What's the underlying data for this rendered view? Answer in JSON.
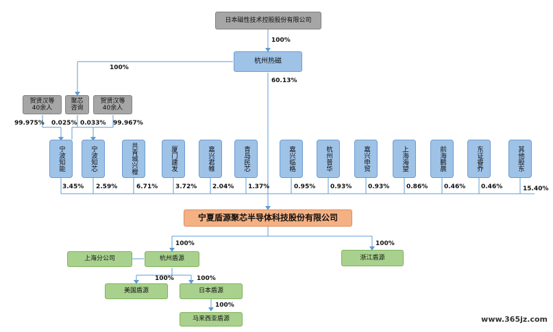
{
  "top": {
    "parent": "日本磁性技术控股股份有限公司",
    "parent_pct": "100%"
  },
  "hangzhou": {
    "name": "杭州热磁",
    "pct_left": "100%",
    "pct_down": "60.13%"
  },
  "left_group": {
    "he1": "贺贤汉等40余人",
    "juxin": "聚芯咨询",
    "he2": "贺贤汉等40余人",
    "pct_he1": "99.975%",
    "pct_juxin1": "0.025%",
    "pct_juxin2": "0.033%",
    "pct_he2": "99.967%"
  },
  "shareholders": [
    {
      "name": "宁波知能",
      "pct": "3.45%"
    },
    {
      "name": "宁波知芯",
      "pct": "2.59%"
    },
    {
      "name": "共青城兴橙",
      "pct": "6.71%"
    },
    {
      "name": "厦门建发",
      "pct": "3.72%"
    },
    {
      "name": "嘉兴君帷",
      "pct": "2.04%"
    },
    {
      "name": "青岛民芯",
      "pct": "1.37%"
    },
    {
      "name": "嘉兴临格",
      "pct": "0.95%"
    },
    {
      "name": "杭州普华",
      "pct": "0.93%"
    },
    {
      "name": "嘉兴申贸",
      "pct": "0.93%"
    },
    {
      "name": "上海海望",
      "pct": "0.86%"
    },
    {
      "name": "前海鹏晨",
      "pct": "0.46%"
    },
    {
      "name": "东证睿乔",
      "pct": "0.46%"
    },
    {
      "name": "其他股东",
      "pct": "15.40%"
    }
  ],
  "company": {
    "name": "宁夏盾源聚芯半导体科技股份有限公司"
  },
  "subs": {
    "hz_dunyuan": "杭州盾源",
    "hz_pct": "100%",
    "zj_dunyuan": "浙江盾源",
    "zj_pct": "100%",
    "sh_branch": "上海分公司",
    "us_dunyuan": "美国盾源",
    "us_pct": "100%",
    "jp_dunyuan": "日本盾源",
    "jp_pct": "100%",
    "my_dunyuan": "马来西亚盾源",
    "my_pct": "100%"
  },
  "watermark": "www.365jz.com"
}
